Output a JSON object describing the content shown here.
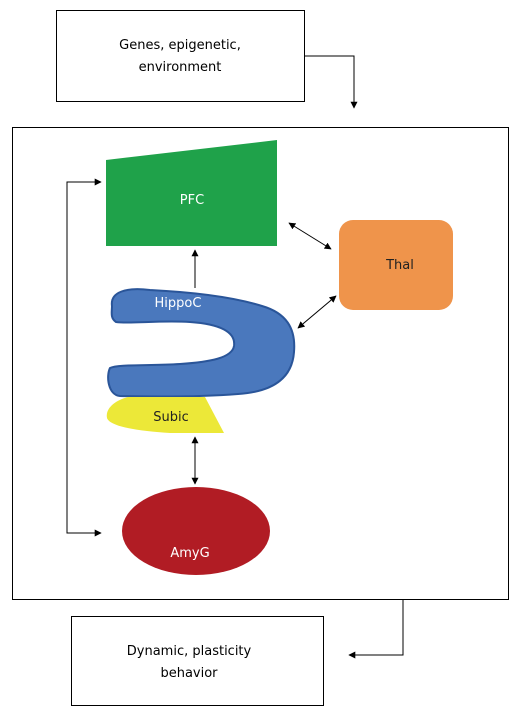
{
  "top_box": {
    "line1": "Genes, epigenetic,",
    "line2": "environment"
  },
  "bottom_box": {
    "line1": "Dynamic, plasticity",
    "line2": "behavior"
  },
  "regions": {
    "pfc": {
      "label": "PFC",
      "color": "#1fa24a",
      "text_color": "#ffffff"
    },
    "thal": {
      "label": "Thal",
      "color": "#ef944b",
      "text_color": "#222222"
    },
    "hippoc": {
      "label": "HippoC",
      "color": "#4a78bd",
      "outline_color": "#2a5599",
      "text_color": "#ffffff"
    },
    "subic": {
      "label": "Subic",
      "color": "#ece838",
      "text_color": "#222222"
    },
    "amyg": {
      "label": "AmyG",
      "color": "#b11c24",
      "text_color": "#ffffff"
    }
  },
  "line_color": "#000000"
}
